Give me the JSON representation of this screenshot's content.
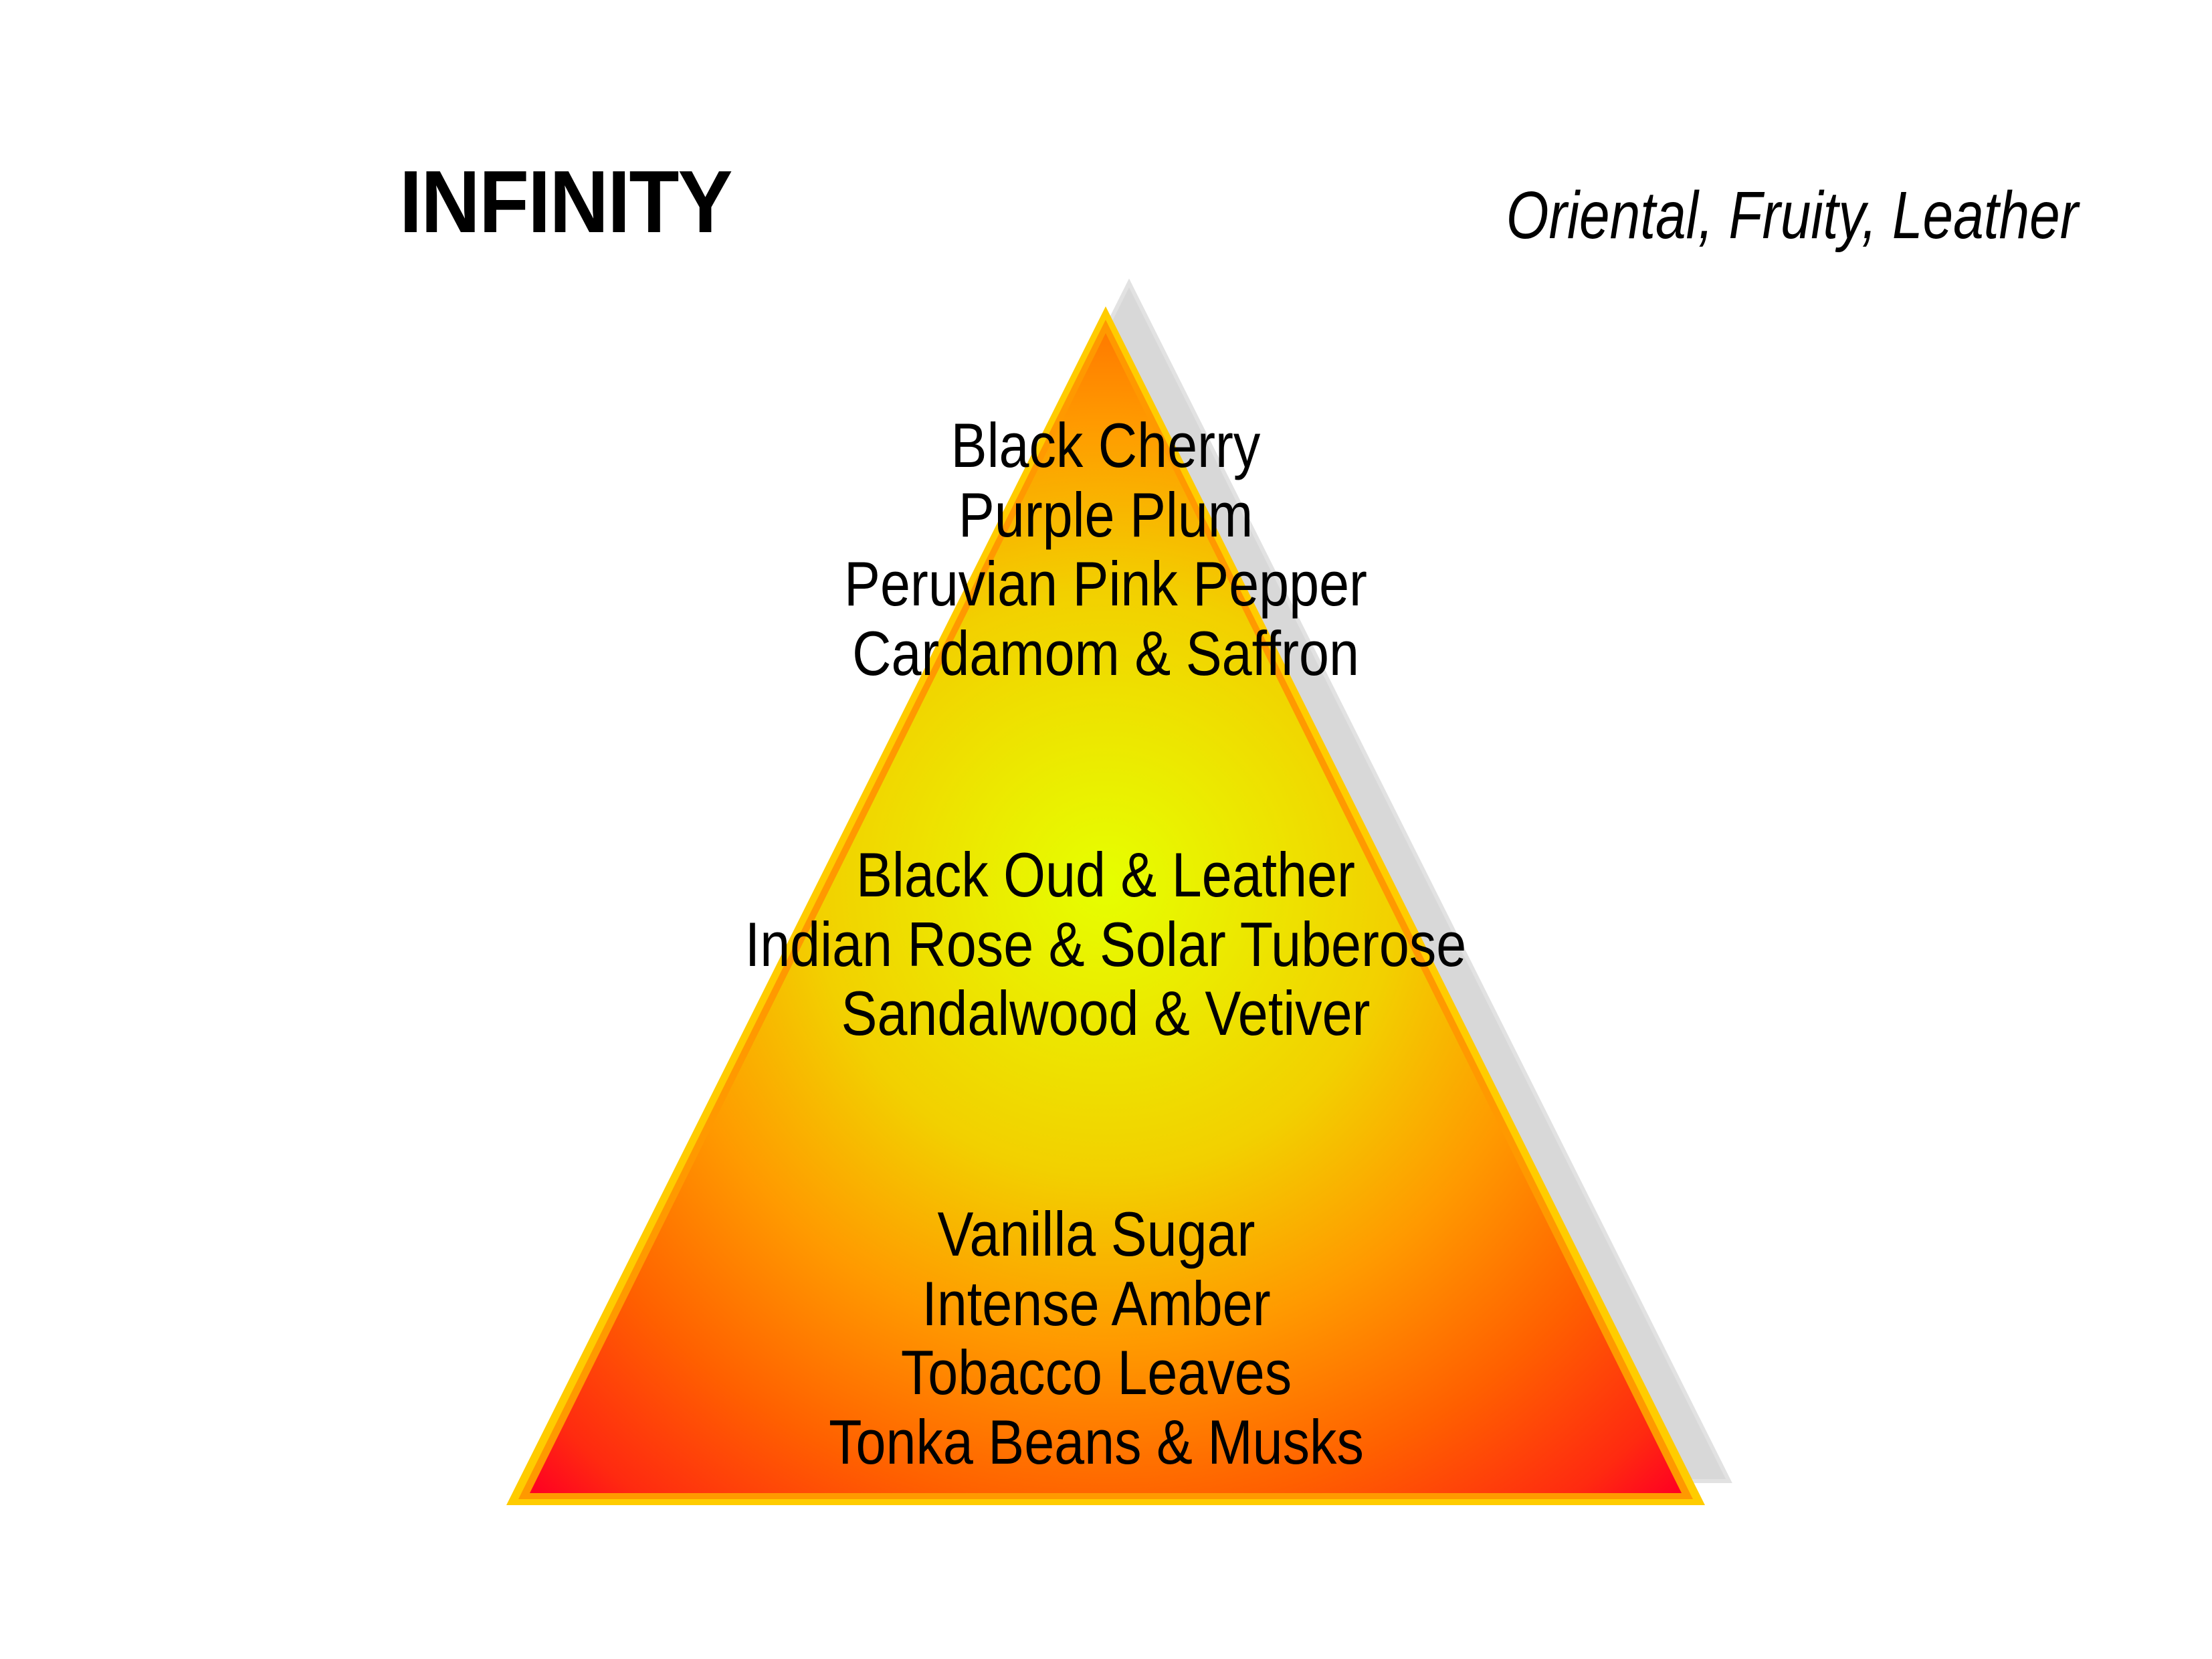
{
  "title": "INFINITY",
  "subtitle": "Oriental, Fruity, Leather",
  "pyramid": {
    "colors": {
      "center": "#E6FF00",
      "top": "#FF6A00",
      "bottom": "#FF0022",
      "border_outer": "#FFCC00",
      "border_inner": "#FF9900",
      "shadow": "#D8D8D8"
    },
    "tiers": [
      {
        "name": "top-notes",
        "notes": [
          "Black Cherry",
          "Purple Plum",
          "Peruvian Pink Pepper",
          "Cardamom & Saffron"
        ]
      },
      {
        "name": "heart-notes",
        "notes": [
          "Black Oud & Leather",
          "Indian Rose & Solar Tuberose",
          "Sandalwood & Vetiver"
        ]
      },
      {
        "name": "base-notes",
        "notes": [
          "Vanilla Sugar",
          "Intense Amber",
          "Tobacco Leaves",
          "Tonka Beans & Musks"
        ]
      }
    ]
  }
}
